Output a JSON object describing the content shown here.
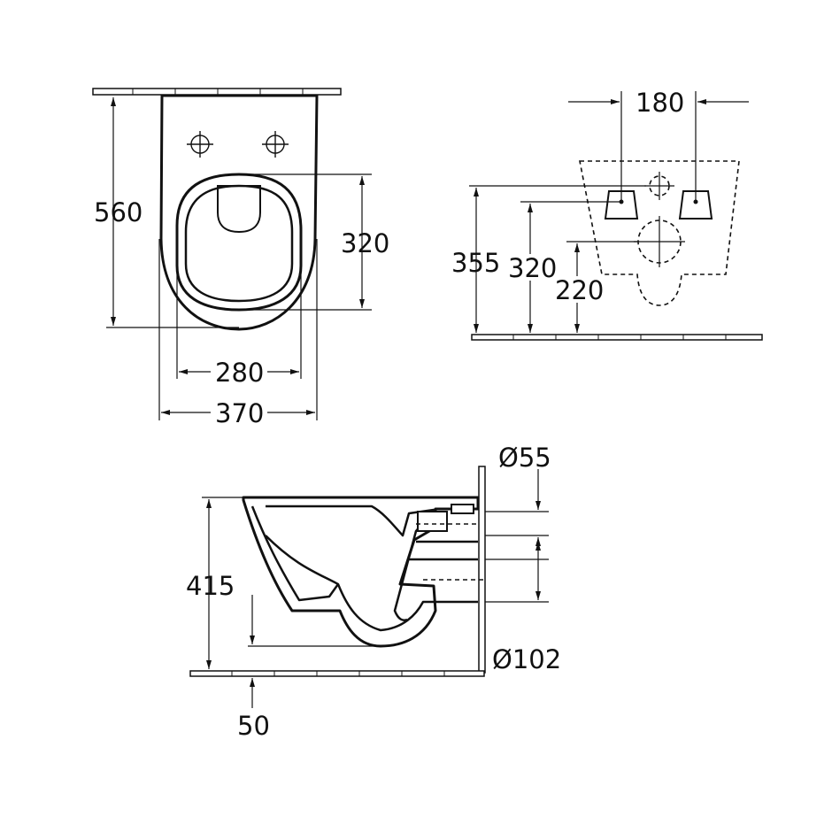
{
  "views": {
    "top": {
      "dimensions": {
        "length": "560",
        "seat_opening": "320",
        "inner_width": "280",
        "outer_width": "370"
      }
    },
    "back": {
      "dimensions": {
        "fixing_spacing": "180",
        "height_a": "355",
        "height_b": "320",
        "height_c": "220"
      }
    },
    "side": {
      "dimensions": {
        "inlet_diameter": "Ø55",
        "outlet_diameter": "Ø102",
        "rim_height": "415",
        "bottom_clearance": "50"
      }
    }
  }
}
